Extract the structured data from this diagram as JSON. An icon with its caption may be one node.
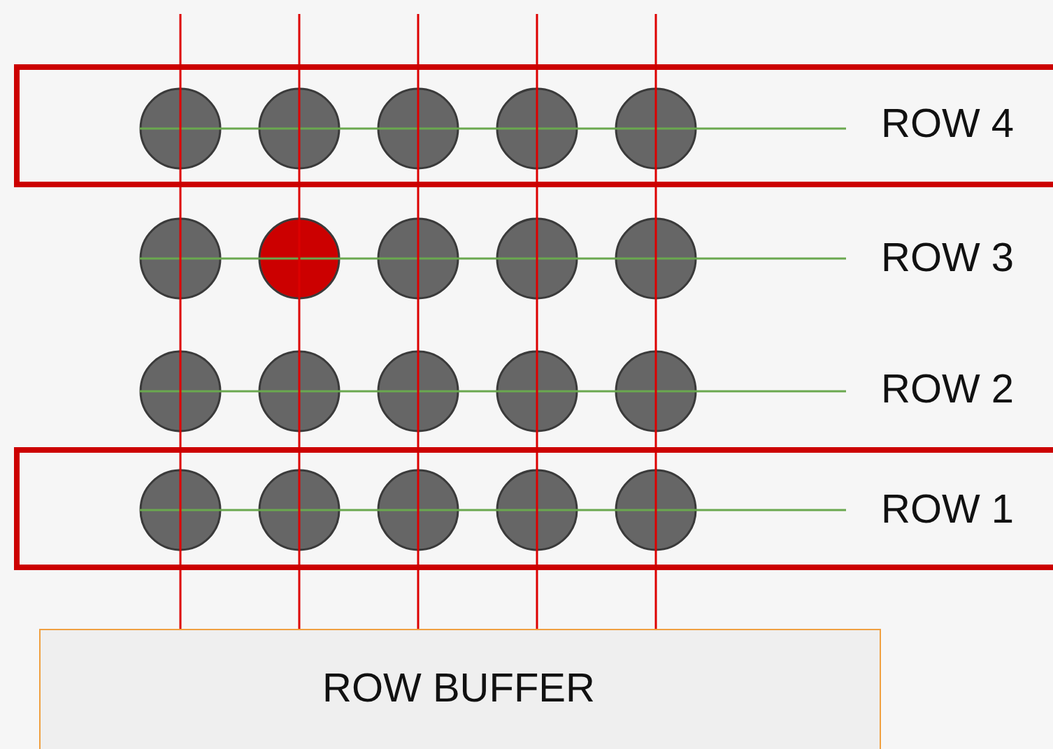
{
  "diagram": {
    "nodes": [
      {
        "text": [
          "ROW 4"
        ]
      },
      {
        "text": [
          "ROW 1"
        ]
      },
      {
        "text": [
          "ROW BUFFER"
        ]
      }
    ],
    "edges": [
      {
        "from": null,
        "to": 2,
        "arrow": "none"
      },
      {
        "from": null,
        "to": 2,
        "arrow": "none"
      },
      {
        "from": null,
        "to": 2,
        "arrow": "none"
      },
      {
        "from": null,
        "to": 2,
        "arrow": "none"
      },
      {
        "from": null,
        "to": 2,
        "arrow": "none"
      }
    ],
    "labels": [
      "ROW 3",
      "ROW 2"
    ]
  }
}
